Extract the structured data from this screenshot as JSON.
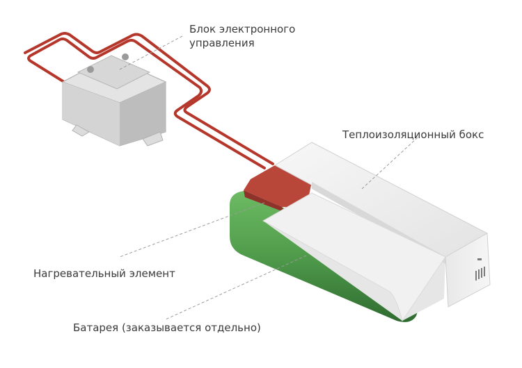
{
  "labels": {
    "control_unit": [
      "Блок электронного",
      "управления"
    ],
    "thermal_box": "Теплоизоляционный бокс",
    "heating_element": "Нагревательный элемент",
    "battery": "Батарея (заказывается отдельно)"
  },
  "colors": {
    "wire": "#b5362b",
    "battery_green": "#4f9b4b",
    "heater_red": "#b8473a",
    "box_white": "#efefef",
    "unit_grey": "#c9c9c9",
    "leader_line": "#9a9a9a",
    "text": "#3a3a3a"
  }
}
